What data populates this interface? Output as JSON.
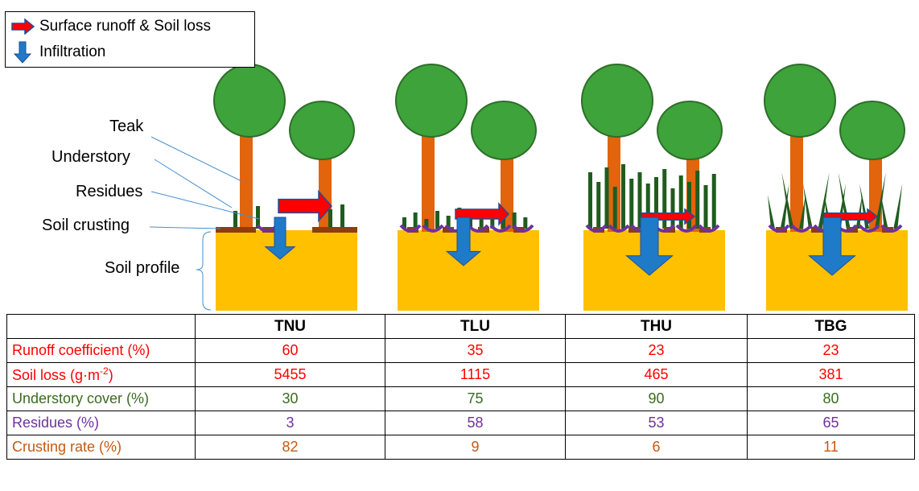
{
  "legend": {
    "runoff_label": "Surface runoff & Soil loss",
    "infiltration_label": "Infiltration",
    "runoff_color": "#ff0000",
    "infiltration_color": "#1f7bc8"
  },
  "labels": {
    "teak": "Teak",
    "understory": "Understory",
    "residues": "Residues",
    "soil_crusting": "Soil crusting",
    "soil_profile": "Soil profile"
  },
  "colors": {
    "canopy": "#3ea33a",
    "canopy_edge": "#2d6e2a",
    "trunk": "#e2640c",
    "soil": "#ffc000",
    "grass": "#1f5c1f",
    "residue": "#7030a0",
    "crust": "#8b3e12"
  },
  "table": {
    "headers": [
      "",
      "TNU",
      "TLU",
      "THU",
      "TBG"
    ],
    "rows": [
      {
        "label": "Runoff coefficient (%)",
        "color": "#ff0000",
        "values": [
          "60",
          "35",
          "23",
          "23"
        ]
      },
      {
        "label_main": "Soil loss (g·m",
        "label_sup": "-2",
        "label_end": ")",
        "color": "#ff0000",
        "values": [
          "5455",
          "1115",
          "465",
          "381"
        ]
      },
      {
        "label": "Understory cover (%)",
        "color": "#3a6b1f",
        "values": [
          "30",
          "75",
          "90",
          "80"
        ]
      },
      {
        "label": "Residues (%)",
        "color": "#7030a0",
        "values": [
          "3",
          "58",
          "53",
          "65"
        ]
      },
      {
        "label": "Crusting rate (%)",
        "color": "#c55a11",
        "values": [
          "82",
          "9",
          "6",
          "11"
        ]
      }
    ]
  }
}
